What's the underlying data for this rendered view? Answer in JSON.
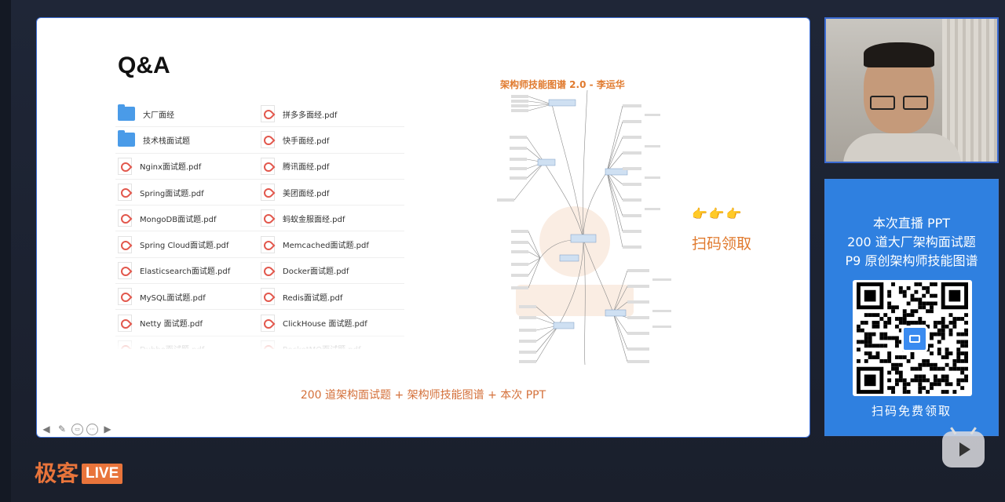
{
  "slide": {
    "title": "Q&A",
    "files_left": [
      {
        "name": "大厂面经",
        "type": "folder"
      },
      {
        "name": "技术栈面试题",
        "type": "folder"
      },
      {
        "name": "Nginx面试题.pdf",
        "type": "pdf"
      },
      {
        "name": "Spring面试题.pdf",
        "type": "pdf"
      },
      {
        "name": "MongoDB面试题.pdf",
        "type": "pdf"
      },
      {
        "name": "Spring Cloud面试题.pdf",
        "type": "pdf"
      },
      {
        "name": "Elasticsearch面试题.pdf",
        "type": "pdf"
      },
      {
        "name": "MySQL面试题.pdf",
        "type": "pdf"
      },
      {
        "name": "Netty 面试题.pdf",
        "type": "pdf"
      },
      {
        "name": "Dubbo面试题.pdf",
        "type": "pdf"
      }
    ],
    "files_right": [
      {
        "name": "拼多多面经.pdf",
        "type": "pdf"
      },
      {
        "name": "快手面经.pdf",
        "type": "pdf"
      },
      {
        "name": "腾讯面经.pdf",
        "type": "pdf"
      },
      {
        "name": "美团面经.pdf",
        "type": "pdf"
      },
      {
        "name": "蚂蚁金服面经.pdf",
        "type": "pdf"
      },
      {
        "name": "Memcached面试题.pdf",
        "type": "pdf"
      },
      {
        "name": "Docker面试题.pdf",
        "type": "pdf"
      },
      {
        "name": "Redis面试题.pdf",
        "type": "pdf"
      },
      {
        "name": "ClickHouse 面试题.pdf",
        "type": "pdf"
      },
      {
        "name": "RocketMQ面试题.pdf",
        "type": "pdf"
      }
    ],
    "mindmap_title": "架构师技能图谱 2.0 - 李运华",
    "hand_icons": "👉👉👉",
    "scan_label": "扫码领取",
    "footer": "200 道架构面试题 + 架构师技能图谱 + 本次 PPT",
    "toolbar": [
      "arrow-left-icon",
      "pen-icon",
      "subtitle-icon",
      "menu-icon",
      "arrow-right-icon"
    ]
  },
  "promo": {
    "lines": [
      "本次直播 PPT",
      "200 道大厂架构面试题",
      "P9 原创架构师技能图谱"
    ],
    "cta": "扫码免费领取"
  },
  "brand": {
    "name": "极客",
    "live": "LIVE"
  },
  "colors": {
    "accent": "#e07a2e",
    "promo_bg": "#2f80e0",
    "slide_border": "#3d6fd6"
  }
}
